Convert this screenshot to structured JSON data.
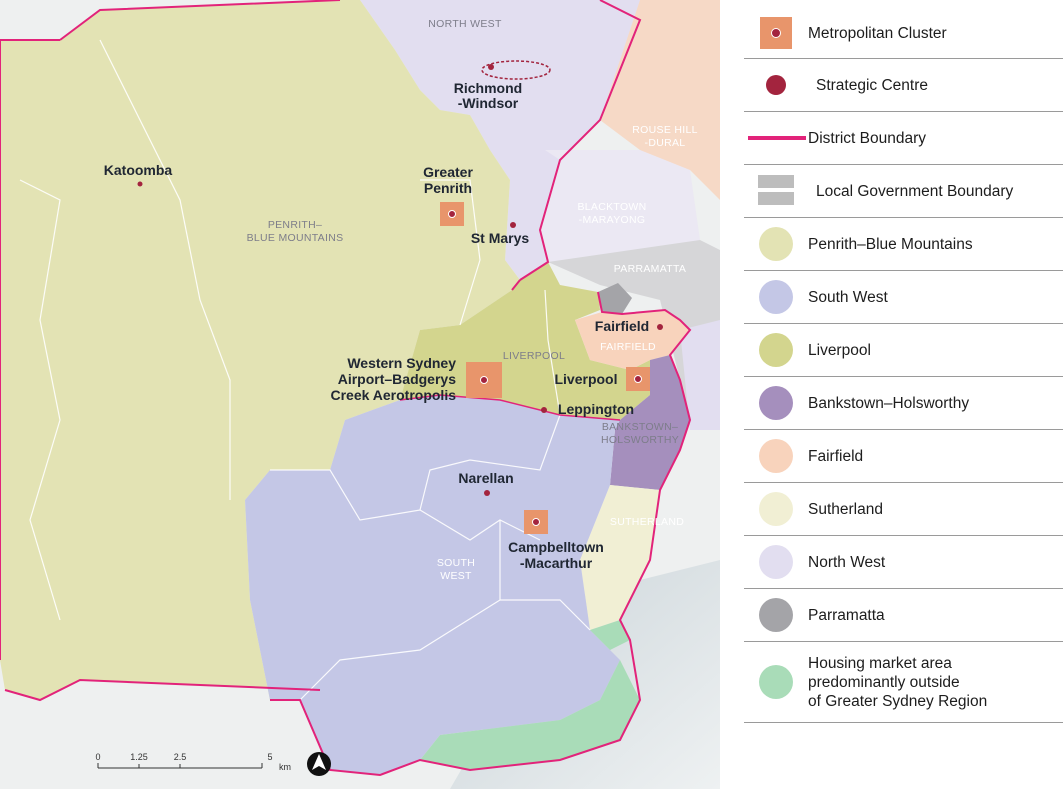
{
  "map": {
    "region_labels": {
      "north_west": "NORTH WEST",
      "rouse_hill_1": "ROUSE HILL",
      "rouse_hill_2": "-DURAL",
      "blacktown_1": "BLACKTOWN",
      "blacktown_2": "-MARAYONG",
      "penrith_1": "PENRITH–",
      "penrith_2": "BLUE MOUNTAINS",
      "parramatta": "PARRAMATTA",
      "liverpool": "LIVERPOOL",
      "fairfield": "FAIRFIELD",
      "bankstown_1": "BANKSTOWN–",
      "bankstown_2": "HOLSWORTHY",
      "sutherland": "SUTHERLAND",
      "south_west_1": "SOUTH",
      "south_west_2": "WEST"
    },
    "place_labels": {
      "richmond_1": "Richmond",
      "richmond_2": "-Windsor",
      "katoomba": "Katoomba",
      "penrith_1": "Greater",
      "penrith_2": "Penrith",
      "st_marys": "St Marys",
      "fairfield": "Fairfield",
      "wsa_1": "Western Sydney",
      "wsa_2": "Airport–Badgerys",
      "wsa_3": "Creek Aerotropolis",
      "liverpool": "Liverpool",
      "leppington": "Leppington",
      "narellan": "Narellan",
      "campbelltown_1": "Campbelltown",
      "campbelltown_2": "-Macarthur"
    },
    "scale_bar": {
      "ticks": [
        "0",
        "1.25",
        "2.5",
        "5"
      ],
      "unit": "km"
    },
    "north_arrow_icon": "north-arrow-icon"
  },
  "legend": [
    {
      "label": "Metropolitan Cluster",
      "symbol": "square",
      "color": "#e8956b"
    },
    {
      "label": "Strategic Centre",
      "symbol": "dot",
      "color": "#a3243e"
    },
    {
      "label": "District Boundary",
      "symbol": "line",
      "color": "#e2237a"
    },
    {
      "label": "Local Government Boundary",
      "symbol": "lga",
      "color": "#bdbdbd"
    },
    {
      "label": "Penrith–Blue Mountains",
      "symbol": "circle",
      "color": "#e3e3b4"
    },
    {
      "label": "South West",
      "symbol": "circle",
      "color": "#c4c7e6"
    },
    {
      "label": "Liverpool",
      "symbol": "circle",
      "color": "#d3d58e"
    },
    {
      "label": "Bankstown–Holsworthy",
      "symbol": "circle",
      "color": "#a58fbd"
    },
    {
      "label": "Fairfield",
      "symbol": "circle",
      "color": "#f8d3bc"
    },
    {
      "label": "Sutherland",
      "symbol": "circle",
      "color": "#f1efd4"
    },
    {
      "label": "North West",
      "symbol": "circle",
      "color": "#e2def0"
    },
    {
      "label": "Parramatta",
      "symbol": "circle",
      "color": "#a4a4a8"
    },
    {
      "label": "Housing market area predominantly outside of Greater Sydney Region",
      "label_lines": [
        "Housing market area",
        "predominantly outside",
        "of Greater Sydney Region"
      ],
      "symbol": "circle",
      "color": "#a9dcb8"
    }
  ]
}
